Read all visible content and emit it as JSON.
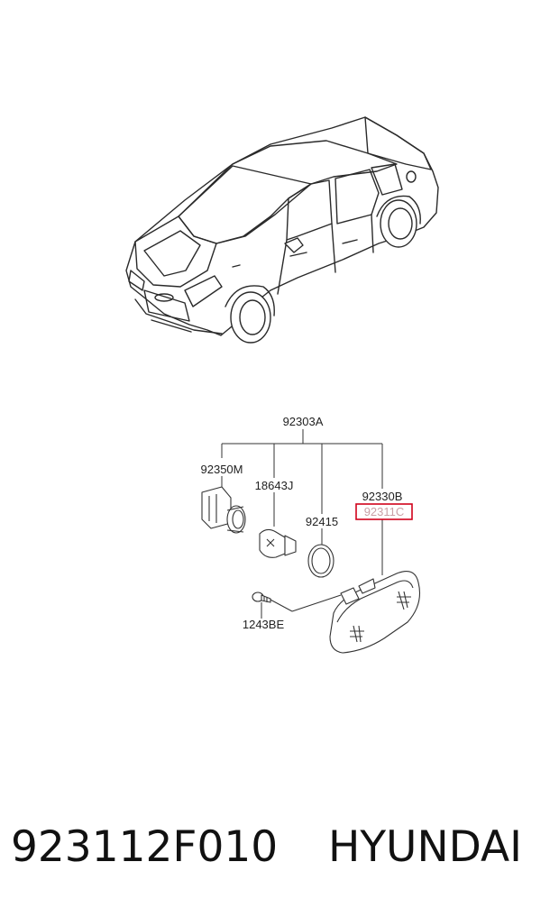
{
  "diagram": {
    "labels": {
      "assembly": "92303A",
      "socket": "92350M",
      "bulb": "18643J",
      "gasket": "92415",
      "lamp_housing": "92330B",
      "lens_highlighted": "92311C",
      "screw": "1243BE"
    },
    "highlight_color": "#d0021b"
  },
  "footer": {
    "part_number": "923112F010",
    "brand": "HYUNDAI"
  }
}
